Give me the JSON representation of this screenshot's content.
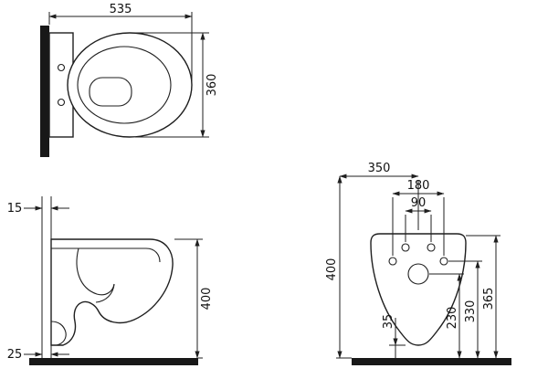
{
  "drawing": {
    "top_view": {
      "length_mm": "535",
      "width_mm": "360"
    },
    "side_view": {
      "top_gap_mm": "15",
      "bottom_gap_mm": "25",
      "height_mm": "400"
    },
    "rear_view": {
      "offset_mm": "350",
      "bolt_spacing_mm": "180",
      "hole_spacing_mm": "90",
      "clearance_mm": "35",
      "outlet_height_mm": "230",
      "bolt_height_mm": "330",
      "body_height_mm": "365",
      "supply_height_mm": "400"
    }
  }
}
